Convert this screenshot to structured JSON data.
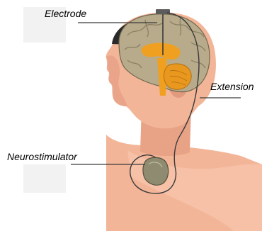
{
  "labels": {
    "electrode": "Electrode",
    "extension": "Extension",
    "neurostimulator": "Neurostimulator"
  },
  "colors": {
    "skin": "#f3b598",
    "skin_shadow": "#e29a7f",
    "skin_light": "#f8cbb4",
    "hair": "#2a2a2a",
    "brain": "#b7ab8b",
    "brain_fold": "#8a7f62",
    "brain_deep": "#f0a020",
    "cerebellum": "#e8981e",
    "device": "#8e8b70",
    "lead": "#3a3a3a",
    "label_box": "#f2f2f2"
  }
}
